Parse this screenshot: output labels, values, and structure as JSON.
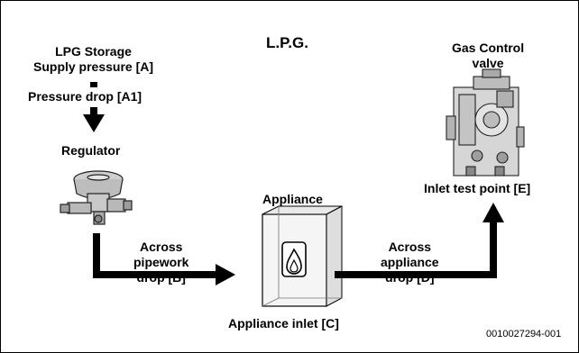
{
  "title": "L.P.G.",
  "storage": {
    "line1": "LPG Storage",
    "line2": "Supply pressure [A]"
  },
  "pressure_drop": "Pressure drop [A1]",
  "regulator": "Regulator",
  "pipework": {
    "line1": "Across",
    "line2": "pipework",
    "line3": "drop [B]"
  },
  "appliance": {
    "label": "Appliance",
    "inlet": "Appliance inlet [C]"
  },
  "appliance_drop": {
    "line1": "Across",
    "line2": "appliance",
    "line3": "drop [D]"
  },
  "gas_valve": {
    "line1": "Gas Control",
    "line2": "valve",
    "test_point": "Inlet test point [E]"
  },
  "doc_id": "0010027294-001"
}
